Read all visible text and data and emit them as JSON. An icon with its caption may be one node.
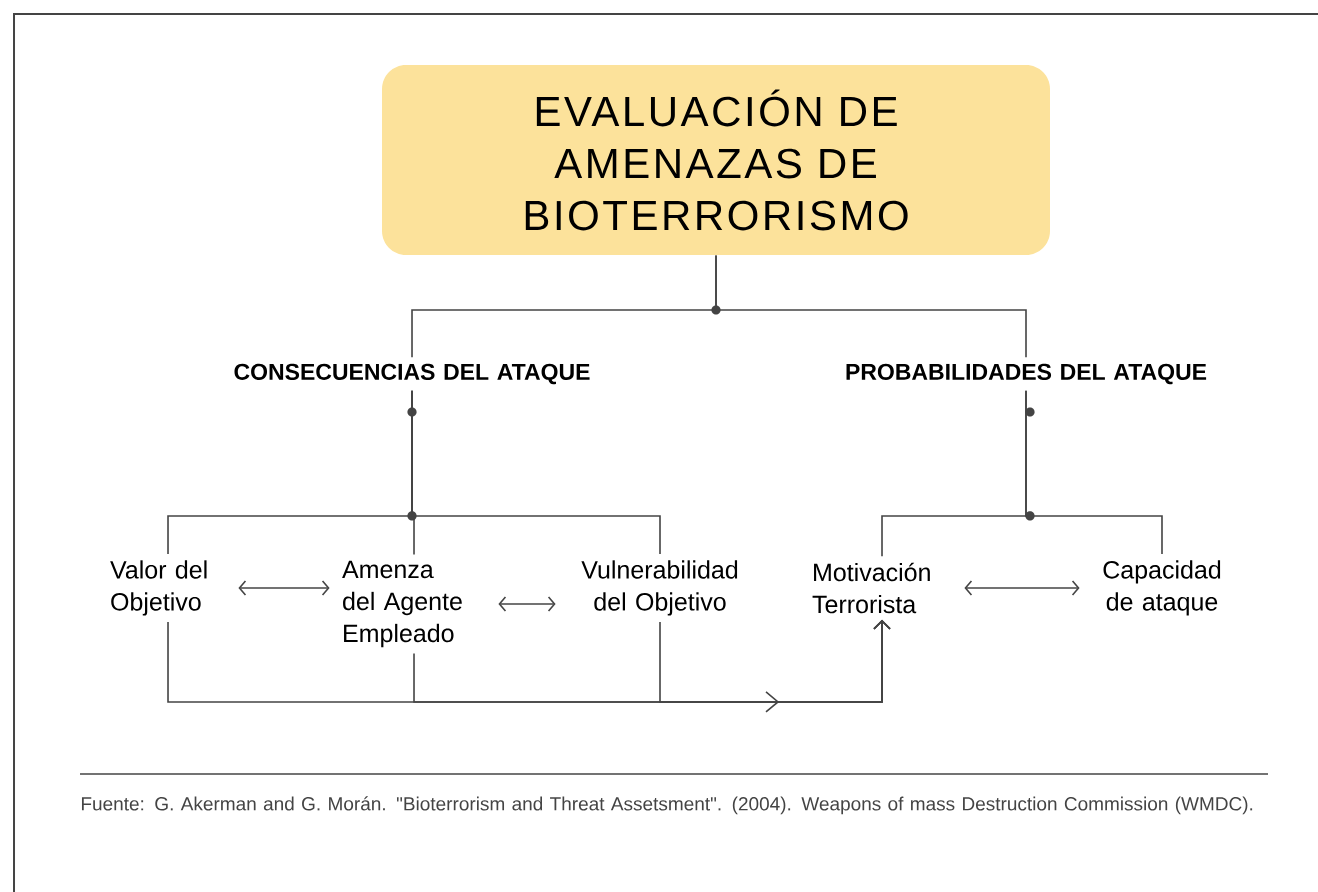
{
  "diagram": {
    "caption": "Fuente: G. Akerman and G. Morán. \"Bioterrorism and Threat Assetsment\". (2004). Weapons of mass Destruction Commission (WMDC).",
    "nodes": [
      {
        "text": [
          "EVALUACIÓN DE AMENAZAS DE BIOTERRORISMO"
        ]
      },
      {
        "text": [
          "CONSECUENCIAS DEL ATAQUE"
        ]
      },
      {
        "text": [
          "PROBABILIDADES DEL ATAQUE"
        ]
      },
      {
        "text": [
          "Valor del Objetivo"
        ]
      },
      {
        "text": [
          "Amenza del Agente Empleado"
        ]
      },
      {
        "text": [
          "Vulnerabilidad del Objetivo"
        ]
      },
      {
        "text": [
          "Motivación Terrorista"
        ]
      },
      {
        "text": [
          "Capacidad de ataque"
        ]
      }
    ],
    "edges": [
      {
        "from": 0,
        "to": 1,
        "arrow": "none"
      },
      {
        "from": 0,
        "to": 2,
        "arrow": "none"
      },
      {
        "from": 1,
        "to": 3,
        "arrow": "none"
      },
      {
        "from": 1,
        "to": 4,
        "arrow": "none"
      },
      {
        "from": 1,
        "to": 5,
        "arrow": "none"
      },
      {
        "from": 2,
        "to": 6,
        "arrow": "none"
      },
      {
        "from": 2,
        "to": 7,
        "arrow": "none"
      },
      {
        "from": 3,
        "to": 4,
        "arrow": "both"
      },
      {
        "from": 4,
        "to": 5,
        "arrow": "both"
      },
      {
        "from": 6,
        "to": 7,
        "arrow": "both"
      },
      {
        "from": 3,
        "to": 6,
        "arrow": "to"
      },
      {
        "from": 4,
        "to": 6,
        "arrow": "to"
      },
      {
        "from": 5,
        "to": 6,
        "arrow": "to"
      }
    ]
  }
}
